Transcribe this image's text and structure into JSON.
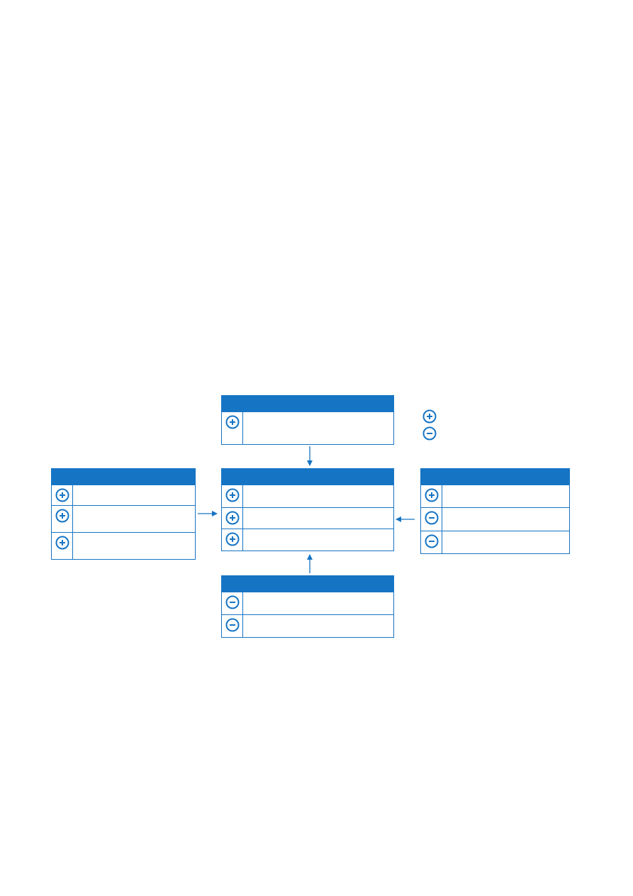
{
  "colors": {
    "accent": "#1674c4",
    "background": "#ffffff"
  },
  "legend": {
    "items": [
      {
        "icon": "plus-circle-icon",
        "label": ""
      },
      {
        "icon": "minus-circle-icon",
        "label": ""
      }
    ]
  },
  "boxes": {
    "top": {
      "title": "",
      "rows": [
        {
          "sign": "plus",
          "text": ""
        }
      ]
    },
    "center": {
      "title": "",
      "rows": [
        {
          "sign": "plus",
          "text": ""
        },
        {
          "sign": "plus",
          "text": ""
        },
        {
          "sign": "plus",
          "text": ""
        }
      ]
    },
    "left": {
      "title": "",
      "rows": [
        {
          "sign": "plus",
          "text": ""
        },
        {
          "sign": "plus",
          "text": ""
        },
        {
          "sign": "plus",
          "text": ""
        }
      ]
    },
    "right": {
      "title": "",
      "rows": [
        {
          "sign": "plus",
          "text": ""
        },
        {
          "sign": "minus",
          "text": ""
        },
        {
          "sign": "minus",
          "text": ""
        }
      ]
    },
    "bottom": {
      "title": "",
      "rows": [
        {
          "sign": "minus",
          "text": ""
        },
        {
          "sign": "minus",
          "text": ""
        }
      ]
    }
  }
}
